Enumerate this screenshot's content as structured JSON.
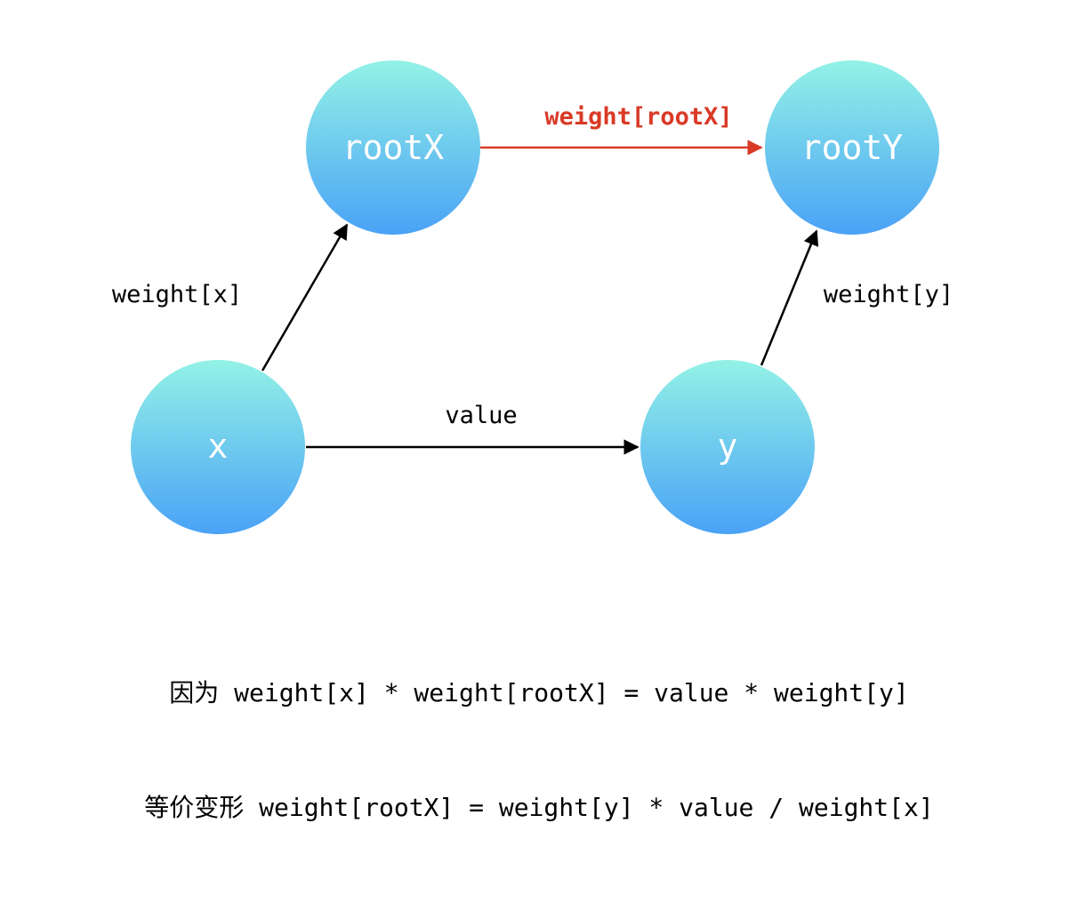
{
  "nodes": {
    "rootX": "rootX",
    "rootY": "rootY",
    "x": "x",
    "y": "y"
  },
  "edges": {
    "rootX_to_rootY": "weight[rootX]",
    "x_to_rootX": "weight[x]",
    "y_to_rootY": "weight[y]",
    "x_to_y": "value"
  },
  "equations": [
    "因为 weight[x] * weight[rootX] = value * weight[y]",
    "等价变形 weight[rootX] = weight[y] * value / weight[x]"
  ],
  "colors": {
    "node_gradient_top": "#93f2e6",
    "node_gradient_bottom": "#4aa2f6",
    "highlight_edge": "#d93a26",
    "edge": "#000000"
  }
}
